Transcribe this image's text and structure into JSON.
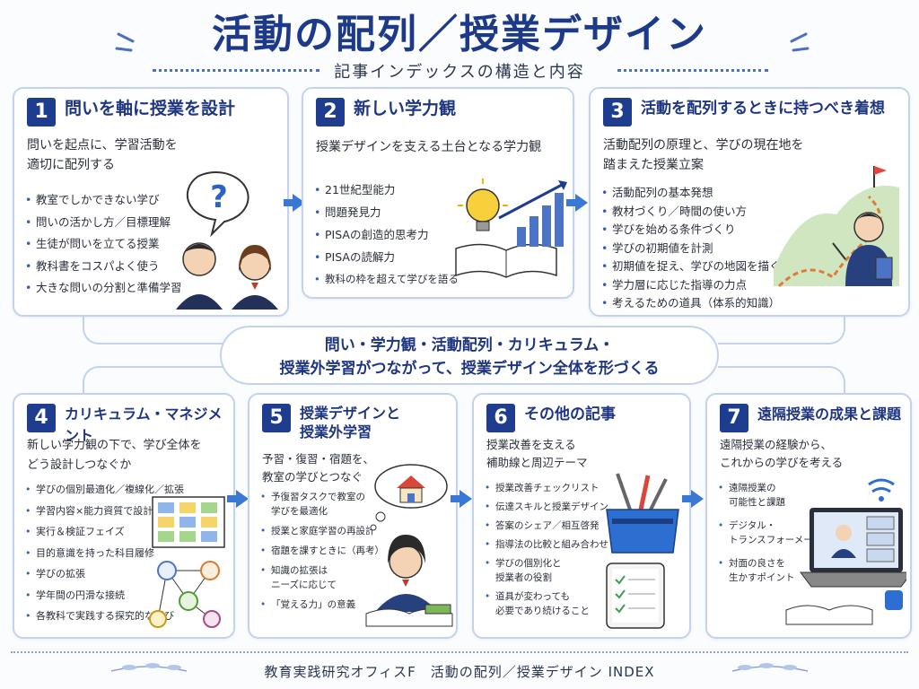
{
  "header": {
    "title": "活動の配列／授業デザイン",
    "subtitle": "記事インデックスの構造と内容"
  },
  "cards": [
    {
      "number": "1",
      "title": "問いを軸に授業を設計",
      "desc_lines": [
        "問いを起点に、学習活動を",
        "適切に配列する"
      ],
      "items": [
        "教室でしかできない学び",
        "問いの活かし方／目標理解",
        "生徒が問いを立てる授業",
        "教科書をコスパよく使う",
        "大きな問いの分割と準備学習"
      ]
    },
    {
      "number": "2",
      "title": "新しい学力観",
      "desc_lines": [
        "授業デザインを支える土台となる学力観"
      ],
      "items": [
        "21世紀型能力",
        "問題発見力",
        "PISAの創造的思考力",
        "PISAの読解力",
        "教科の枠を超えて学びを語る"
      ]
    },
    {
      "number": "3",
      "title": "活動を配列するときに持つべき着想",
      "desc_lines": [
        "活動配列の原理と、学びの現在地を",
        "踏まえた授業立案"
      ],
      "items": [
        "活動配列の基本発想",
        "教材づくり／時間の使い方",
        "学びを始める条件づくり",
        "学びの初期値を計測",
        "初期値を捉え、学びの地図を描く",
        "学力層に応じた指導の力点",
        "考えるための道具（体系的知識）"
      ]
    },
    {
      "number": "4",
      "title": "カリキュラム・マネジメント",
      "desc_lines": [
        "新しい学力観の下で、学び全体を",
        "どう設計しつなぐか"
      ],
      "items": [
        "学びの個別最適化／複線化／拡張",
        "学習内容×能力資質で設計",
        "実行＆検証フェイズ",
        "目的意識を持った科目履修",
        "学びの拡張",
        "学年間の円滑な接続",
        "各教科で実践する探究的な学び"
      ]
    },
    {
      "number": "5",
      "title_lines": [
        "授業デザインと",
        "授業外学習"
      ],
      "desc_lines": [
        "予習・復習・宿題を、",
        "教室の学びとつなぐ"
      ],
      "items": [
        [
          "予復習タスクで教室の",
          "学びを最適化"
        ],
        [
          "授業と家庭学習の再設計"
        ],
        [
          "宿題を課すときに（再考）"
        ],
        [
          "知識の拡張は",
          "ニーズに応じて"
        ],
        [
          "「覚える力」の意義"
        ]
      ]
    },
    {
      "number": "6",
      "title": "その他の記事",
      "desc_lines": [
        "授業改善を支える",
        "補助線と周辺テーマ"
      ],
      "items": [
        [
          "授業改善チェックリスト"
        ],
        [
          "伝達スキルと授業デザイン"
        ],
        [
          "答案のシェア／相互啓発"
        ],
        [
          "指導法の比較と組み合わせ"
        ],
        [
          "学びの個別化と",
          "授業者の役割"
        ],
        [
          "道具が変わっても",
          "必要であり続けること"
        ]
      ]
    },
    {
      "number": "7",
      "title": "遠隔授業の成果と課題",
      "desc_lines": [
        "遠隔授業の経験から、",
        "これからの学びを考える"
      ],
      "items": [
        [
          "遠隔授業の",
          "可能性と課題"
        ],
        [
          "デジタル・",
          "トランスフォーメーション"
        ],
        [
          "対面の良さを",
          "生かすポイント"
        ]
      ]
    }
  ],
  "center": {
    "line1": "問い・学力観・活動配列・カリキュラム・",
    "line2": "授業外学習がつながって、授業デザイン全体を形づくる"
  },
  "footer": {
    "text": "教育実践研究オフィスF　活動の配列／授業デザイン INDEX"
  },
  "colors": {
    "accent": "#1e3d8f",
    "arrow": "#3a78d6",
    "border": "#c3d3ee"
  }
}
